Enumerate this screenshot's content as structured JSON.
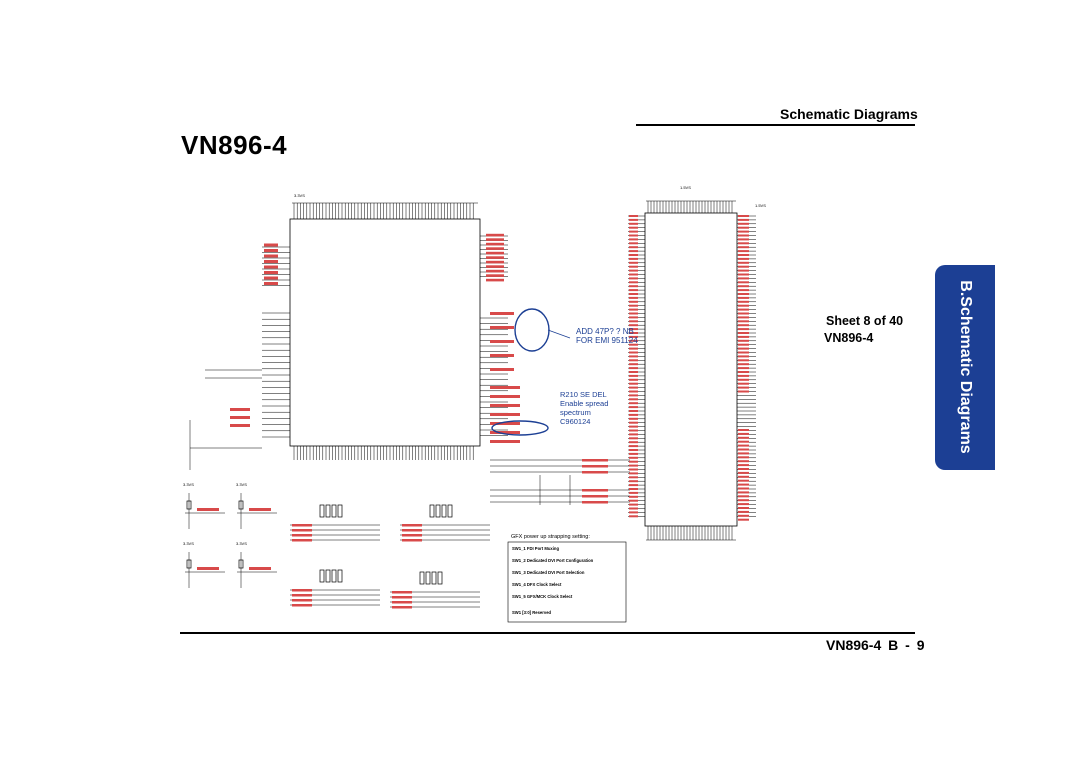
{
  "document": {
    "title": "VN896-4",
    "section_heading": "Schematic  Diagrams",
    "sheet_line1": "Sheet 8 of 40",
    "sheet_line2": "VN896-4",
    "side_tab": "B.Schematic Diagrams",
    "footer": "VN896-4  B  -  9"
  },
  "schematic": {
    "rail_labels": [
      "3.3VS",
      "1.5VS",
      "1.5VS",
      "3.3VS",
      "3.3VS",
      "3.3VS",
      "3.3VS"
    ],
    "annotations": {
      "emi_note": [
        "ADD 47P?  ?  NB",
        "FOR EMI 951124"
      ],
      "spread_note": [
        "R210 SE DEL",
        "Enable spread",
        "spectrum",
        "C960124"
      ],
      "strap_title": "GFX power up strapping setting:",
      "strap_rows": [
        "SW1_1  FDI  Port Muxing",
        "SW1_2  Dedicated DVI Port Configuration",
        "SW1_3  Dedicated DVI Port Selection",
        "SW1_4  DFX Clock Select",
        "SW1_5  GFX/MCK Clock Select",
        "SW1 [3:0] Reserved"
      ]
    }
  }
}
